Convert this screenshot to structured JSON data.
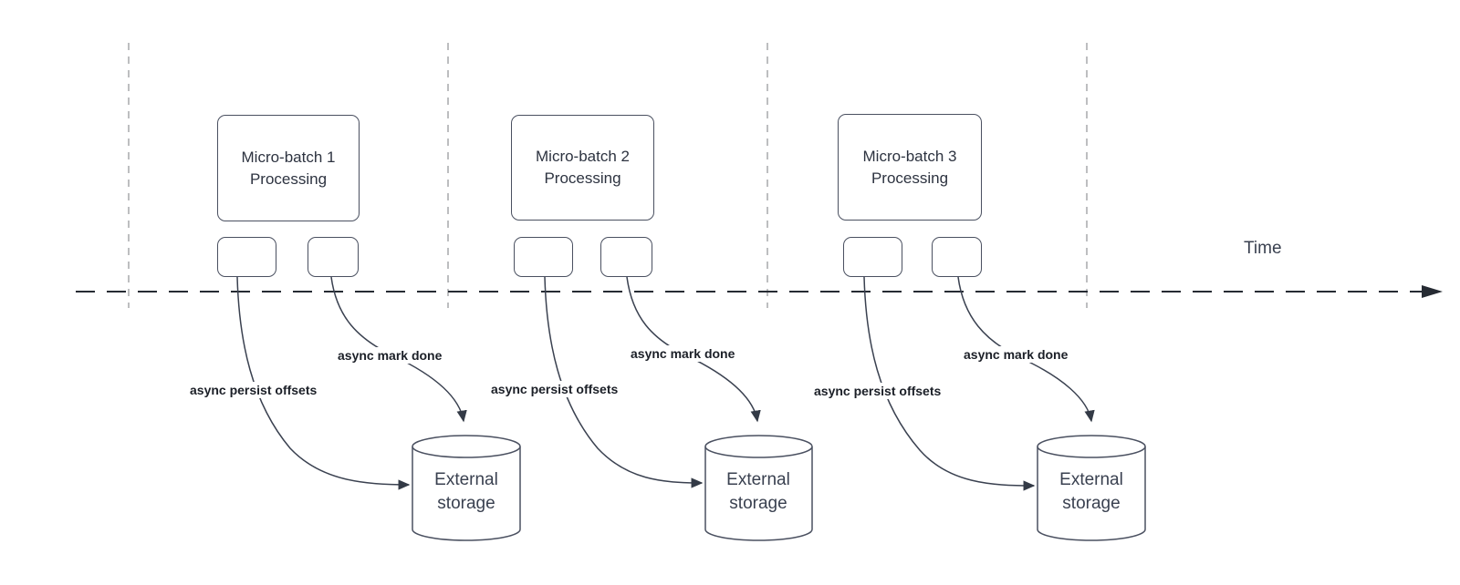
{
  "diagram": {
    "time_axis_label": "Time",
    "batches": [
      {
        "title_line1": "Micro-batch 1",
        "title_line2": "Processing",
        "persist_label": "async persist offsets",
        "mark_done_label": "async mark done",
        "storage_line1": "External",
        "storage_line2": "storage"
      },
      {
        "title_line1": "Micro-batch 2",
        "title_line2": "Processing",
        "persist_label": "async persist offsets",
        "mark_done_label": "async mark done",
        "storage_line1": "External",
        "storage_line2": "storage"
      },
      {
        "title_line1": "Micro-batch 3",
        "title_line2": "Processing",
        "persist_label": "async persist offsets",
        "mark_done_label": "async mark done",
        "storage_line1": "External",
        "storage_line2": "storage"
      }
    ],
    "colors": {
      "timeline": "#262b33",
      "arrow_line": "#3a4150",
      "box_border": "#4a5060",
      "gridline": "#a7a9ac",
      "text_primary": "#2d3340",
      "label_text": "#1b1f27"
    }
  }
}
